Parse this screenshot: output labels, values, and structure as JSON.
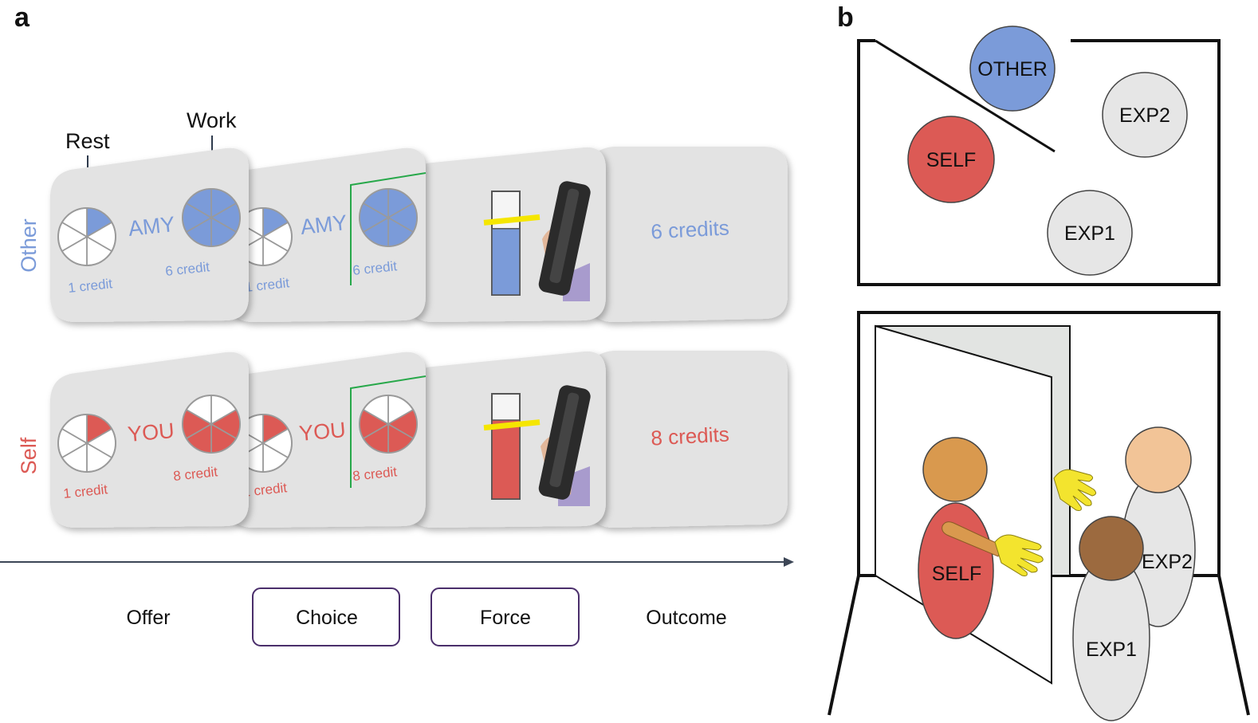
{
  "panel_a": {
    "label": "a",
    "rest_label": "Rest",
    "work_label": "Work",
    "rows": {
      "other": {
        "label": "Other",
        "recipient": "AMY",
        "rest_credit": "1 credit",
        "work_credit": "6 credit",
        "outcome": "6 credits",
        "color": "#7b9bd9"
      },
      "self": {
        "label": "Self",
        "recipient": "YOU",
        "rest_credit": "1 credit",
        "work_credit": "8 credit",
        "outcome": "8 credits",
        "color": "#dc5a55"
      }
    },
    "stages": [
      "Offer",
      "Choice",
      "Force",
      "Outcome"
    ],
    "boxed_stages": [
      "Choice",
      "Force"
    ],
    "force_target_level": {
      "other": 0.72,
      "self": 0.7
    },
    "force_fill_level": {
      "other": 0.64,
      "self": 0.75
    },
    "choice_frame_color": "#27a84a",
    "force_line_color": "#f5e600"
  },
  "panel_b": {
    "label": "b",
    "top_view": {
      "other": "OTHER",
      "self": "SELF",
      "exp1": "EXP1",
      "exp2": "EXP2"
    },
    "side_view": {
      "self": "SELF",
      "exp1": "EXP1",
      "exp2": "EXP2"
    },
    "colors": {
      "other": "#7b9bd9",
      "self": "#dc5a55",
      "experimenter": "#e6e6e6",
      "hand": "#f3e42e",
      "self_head": "#d9994e",
      "exp1_head": "#9c6a3f",
      "exp2_head": "#f2c497"
    }
  }
}
